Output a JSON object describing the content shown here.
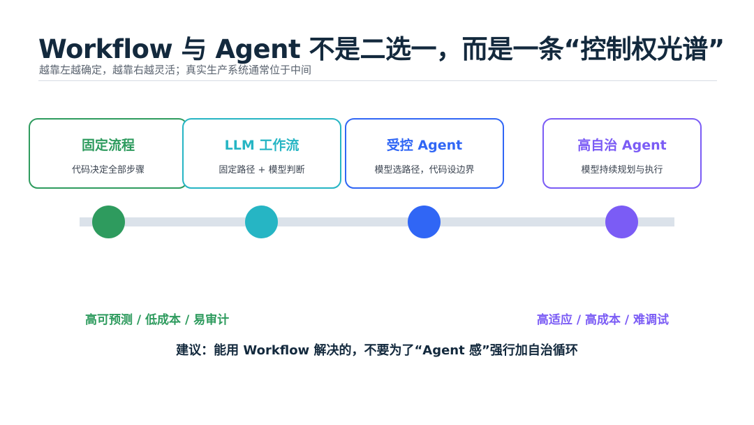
{
  "header": {
    "title": "Workflow 与 Agent 不是二选一，而是一条“控制权光谱”",
    "subtitle": "越靠左越确定，越靠右越灵活；真实生产系统通常位于中间"
  },
  "spectrum": {
    "stages": [
      {
        "name": "固定流程",
        "description": "代码决定全部步骤",
        "color": "#2e9b5e"
      },
      {
        "name": "LLM 工作流",
        "description": "固定路径 + 模型判断",
        "color": "#26b5c4"
      },
      {
        "name": "受控 Agent",
        "description": "模型选路径，代码设边界",
        "color": "#3066f5"
      },
      {
        "name": "高自治 Agent",
        "description": "模型持续规划与执行",
        "color": "#7b5cf5"
      }
    ],
    "track_color": "#dbe2ea",
    "left_note": "高可预测 / 低成本 / 易审计",
    "right_note": "高适应 / 高成本 / 难调试"
  },
  "advice": "建议：能用 Workflow 解决的，不要为了“Agent 感”强行加自治循环"
}
